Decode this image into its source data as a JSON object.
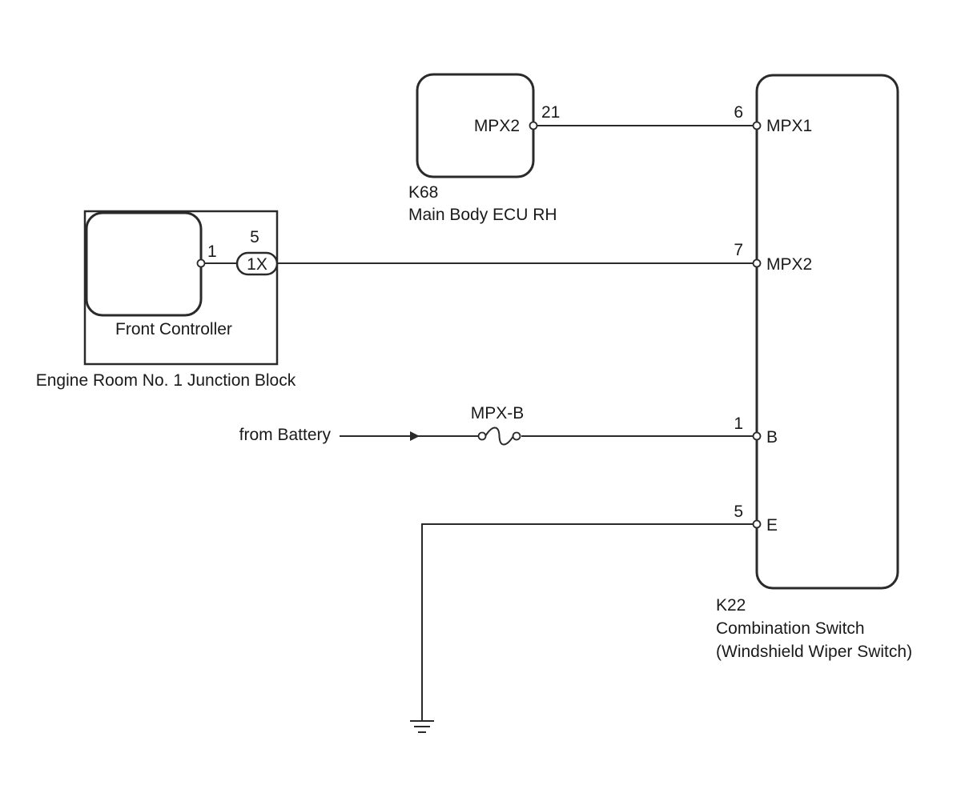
{
  "colors": {
    "line": "#2a2a2a",
    "text": "#1a1a1a",
    "background": "#ffffff"
  },
  "k68": {
    "code": "K68",
    "name": "Main Body ECU RH",
    "pin_label": "MPX2",
    "pin_number": "21"
  },
  "junction_block": {
    "name": "Engine Room No. 1 Junction Block",
    "controller_name": "Front Controller",
    "controller_pin": "1",
    "connector_label": "1X",
    "connector_pin": "5"
  },
  "battery": {
    "label": "from Battery",
    "fuse_label": "MPX-B"
  },
  "k22": {
    "code": "K22",
    "name": "Combination Switch",
    "subname": "(Windshield Wiper Switch)",
    "pins": [
      {
        "number": "6",
        "label": "MPX1"
      },
      {
        "number": "7",
        "label": "MPX2"
      },
      {
        "number": "1",
        "label": "B"
      },
      {
        "number": "5",
        "label": "E"
      }
    ]
  },
  "ground": {
    "icon": "ground-icon"
  }
}
